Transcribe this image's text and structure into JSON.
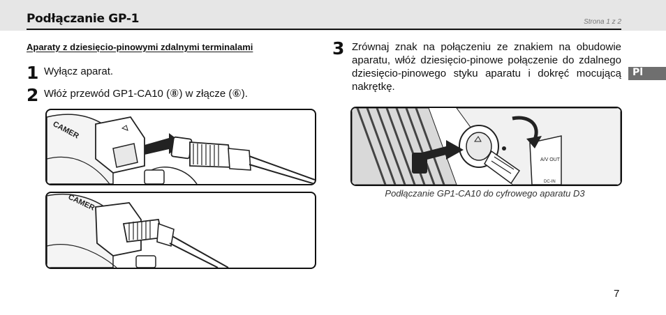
{
  "header": {
    "title": "Podłączanie GP-1",
    "page_indicator": "Strona 1 z 2"
  },
  "section": {
    "heading": "Aparaty z dziesięcio-pinowymi zdalnymi terminalami"
  },
  "steps": [
    {
      "number": "1",
      "text": "Wyłącz aparat."
    },
    {
      "number": "2",
      "text": "Włóż przewód GP1-CA10 (⑧) w złącze (⑥)."
    },
    {
      "number": "3",
      "text": "Zrównaj znak na połączeniu ze znakiem na obudowie aparatu, włóż dziesięcio-pinowe połączenie do zdalnego dziesięcio-pinowego styku aparatu i dokręć mocującą nakrętkę."
    }
  ],
  "figures": {
    "camera_label": "CAMER",
    "port_label": "A/V OUT",
    "dc_label": "DC-IN",
    "caption": "Podłączanie GP1-CA10 do cyfrowego aparatu D3"
  },
  "sidebar": {
    "language_tab": "Pl"
  },
  "footer": {
    "page_number": "7"
  }
}
